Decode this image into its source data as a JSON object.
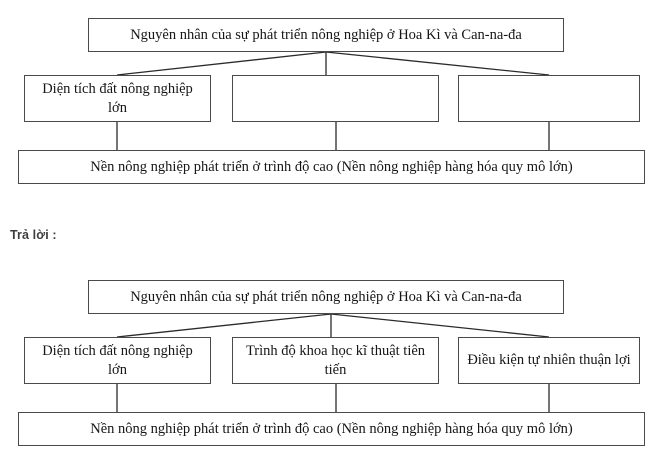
{
  "page": {
    "answer_label": "Trả lời :"
  },
  "diagram_blank": {
    "name": "exercise-diagram",
    "title": "Nguyên nhân của sự phát triển nông nghiệp ở Hoa Kì và Can-na-đa",
    "causes": [
      "Diện tích đất nông nghiệp lớn",
      "",
      ""
    ],
    "summary": "Nền nông nghiệp phát triển ở trình độ cao (Nền nông nghiệp hàng hóa quy mô lớn)"
  },
  "diagram_answer": {
    "name": "answer-diagram",
    "title": "Nguyên nhân của sự phát triển nông nghiệp ở Hoa Kì và Can-na-đa",
    "causes": [
      "Diện tích đất nông nghiệp lớn",
      "Trình độ khoa học kĩ thuật tiên tiến",
      "Điều kiện tự nhiên thuận lợi"
    ],
    "summary": "Nền nông nghiệp phát triển ở trình độ cao (Nền nông nghiệp hàng hóa quy mô lớn)"
  },
  "style": {
    "border_color": "#4a4a4a",
    "line_color": "#2b2b2b",
    "text_color": "#161616",
    "background": "#ffffff"
  }
}
